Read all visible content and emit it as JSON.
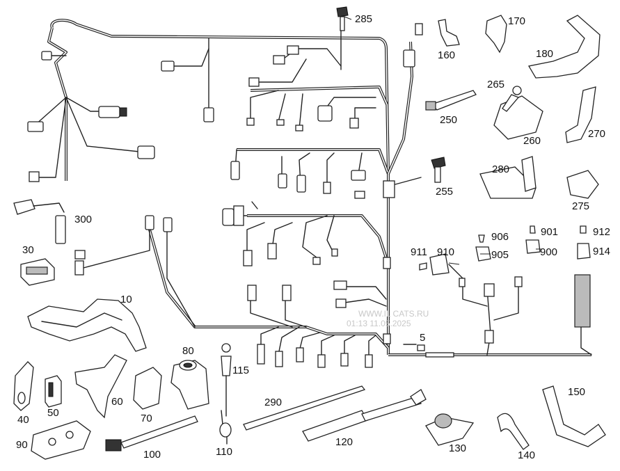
{
  "watermark": {
    "line1": "WWW.IL CATS.RU",
    "line2": "01:13 11.05.2025"
  },
  "callouts": {
    "c5": "5",
    "c10": "10",
    "c30": "30",
    "c40": "40",
    "c50": "50",
    "c60": "60",
    "c70": "70",
    "c80": "80",
    "c90": "90",
    "c100": "100",
    "c110": "110",
    "c115": "115",
    "c120": "120",
    "c130": "130",
    "c140": "140",
    "c150": "150",
    "c160": "160",
    "c170": "170",
    "c180": "180",
    "c250": "250",
    "c255": "255",
    "c260": "260",
    "c265": "265",
    "c270": "270",
    "c275": "275",
    "c280": "280",
    "c285": "285",
    "c290": "290",
    "c300": "300",
    "c900": "900",
    "c901": "901",
    "c905": "905",
    "c906": "906",
    "c910": "910",
    "c911": "911",
    "c912": "912",
    "c914": "914"
  }
}
